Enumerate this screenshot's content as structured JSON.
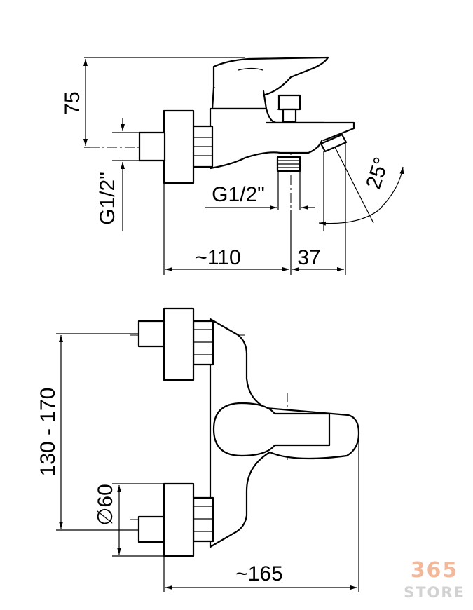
{
  "dimensions": {
    "height_75": "75",
    "thread_inlet": "G1/2\"",
    "thread_outlet": "G1/2\"",
    "angle": "25°",
    "depth_110": "~110",
    "offset_37": "37",
    "center_range": "130 - 170",
    "diameter_60": "∅60",
    "width_165": "~165"
  },
  "watermark": {
    "number": "365",
    "label": "STORE"
  }
}
